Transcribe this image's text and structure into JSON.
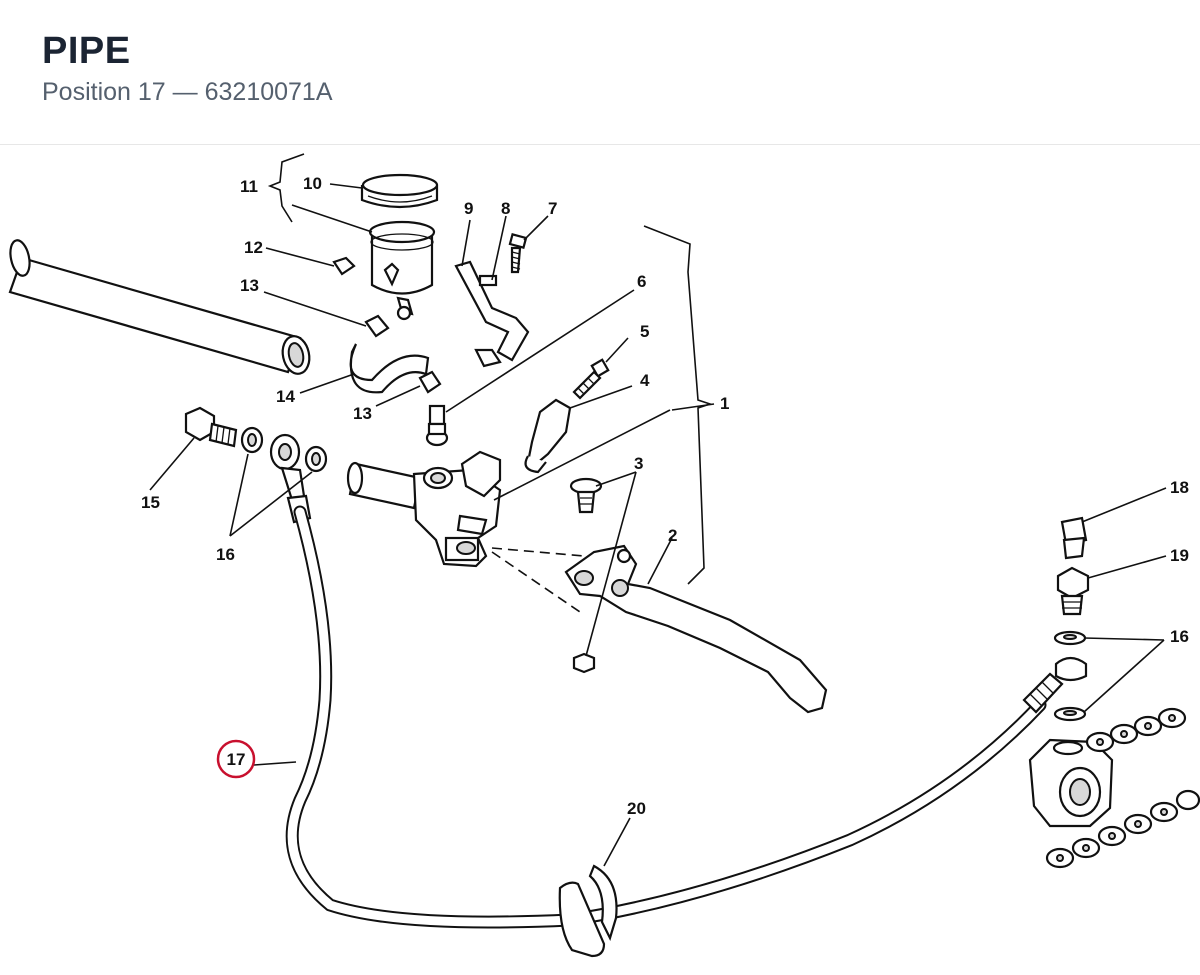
{
  "header": {
    "title": "PIPE",
    "position_label": "Position 17",
    "separator": "—",
    "part_number": "63210071A"
  },
  "callouts": {
    "c1": "1",
    "c2": "2",
    "c3": "3",
    "c4": "4",
    "c5": "5",
    "c6": "6",
    "c7": "7",
    "c8": "8",
    "c9": "9",
    "c10": "10",
    "c11": "11",
    "c12": "12",
    "c13a": "13",
    "c13b": "13",
    "c14": "14",
    "c15": "15",
    "c16a": "16",
    "c16b": "16",
    "c17": "17",
    "c18": "18",
    "c19": "19",
    "c20": "20"
  },
  "highlight": {
    "position": "17",
    "color": "#c8102e"
  }
}
